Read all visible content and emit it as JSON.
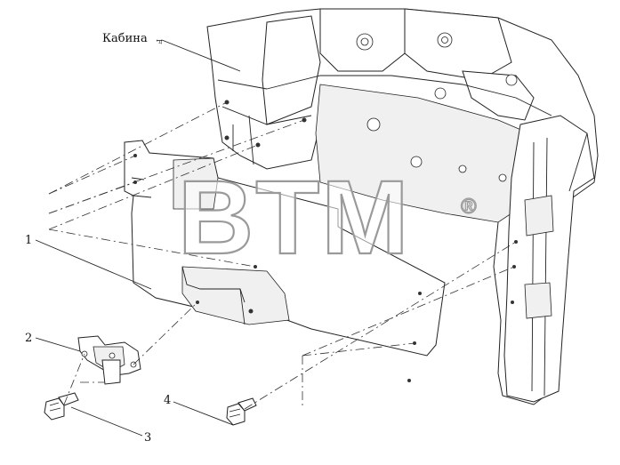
{
  "diagram": {
    "cab_label": "Кабина",
    "callouts": [
      {
        "id": "1",
        "text": "1"
      },
      {
        "id": "2",
        "text": "2"
      },
      {
        "id": "3",
        "text": "3"
      },
      {
        "id": "4",
        "text": "4"
      }
    ],
    "watermark": {
      "text": "BTM",
      "registered": "®"
    }
  },
  "colors": {
    "line": "#222222",
    "watermark_outline": "#9a9a9a",
    "background": "#ffffff"
  }
}
